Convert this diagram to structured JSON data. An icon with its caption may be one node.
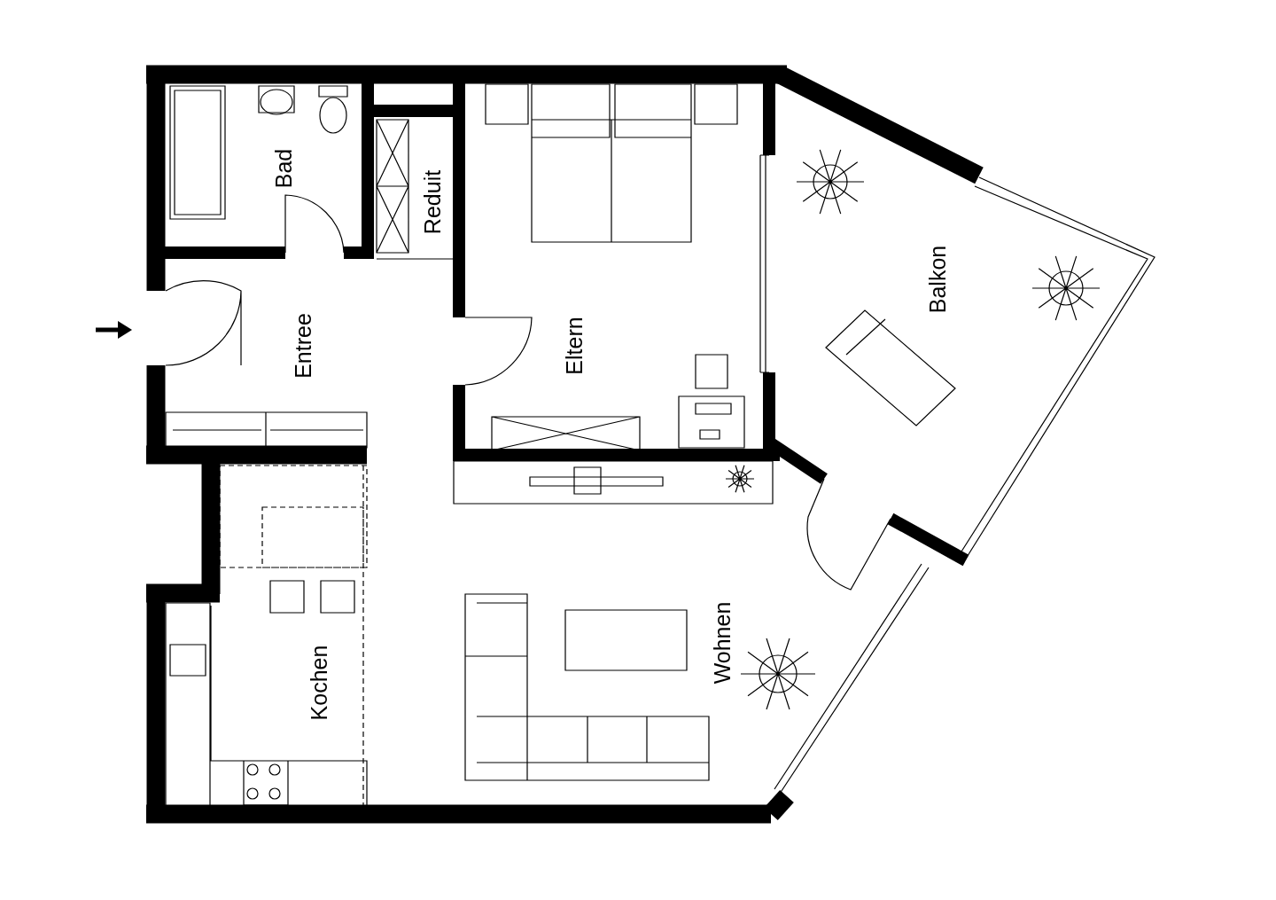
{
  "diagram": {
    "labels": [
      "Bad",
      "Reduit",
      "Entree",
      "Eltern",
      "Balkon",
      "Kochen",
      "Wohnen"
    ]
  }
}
